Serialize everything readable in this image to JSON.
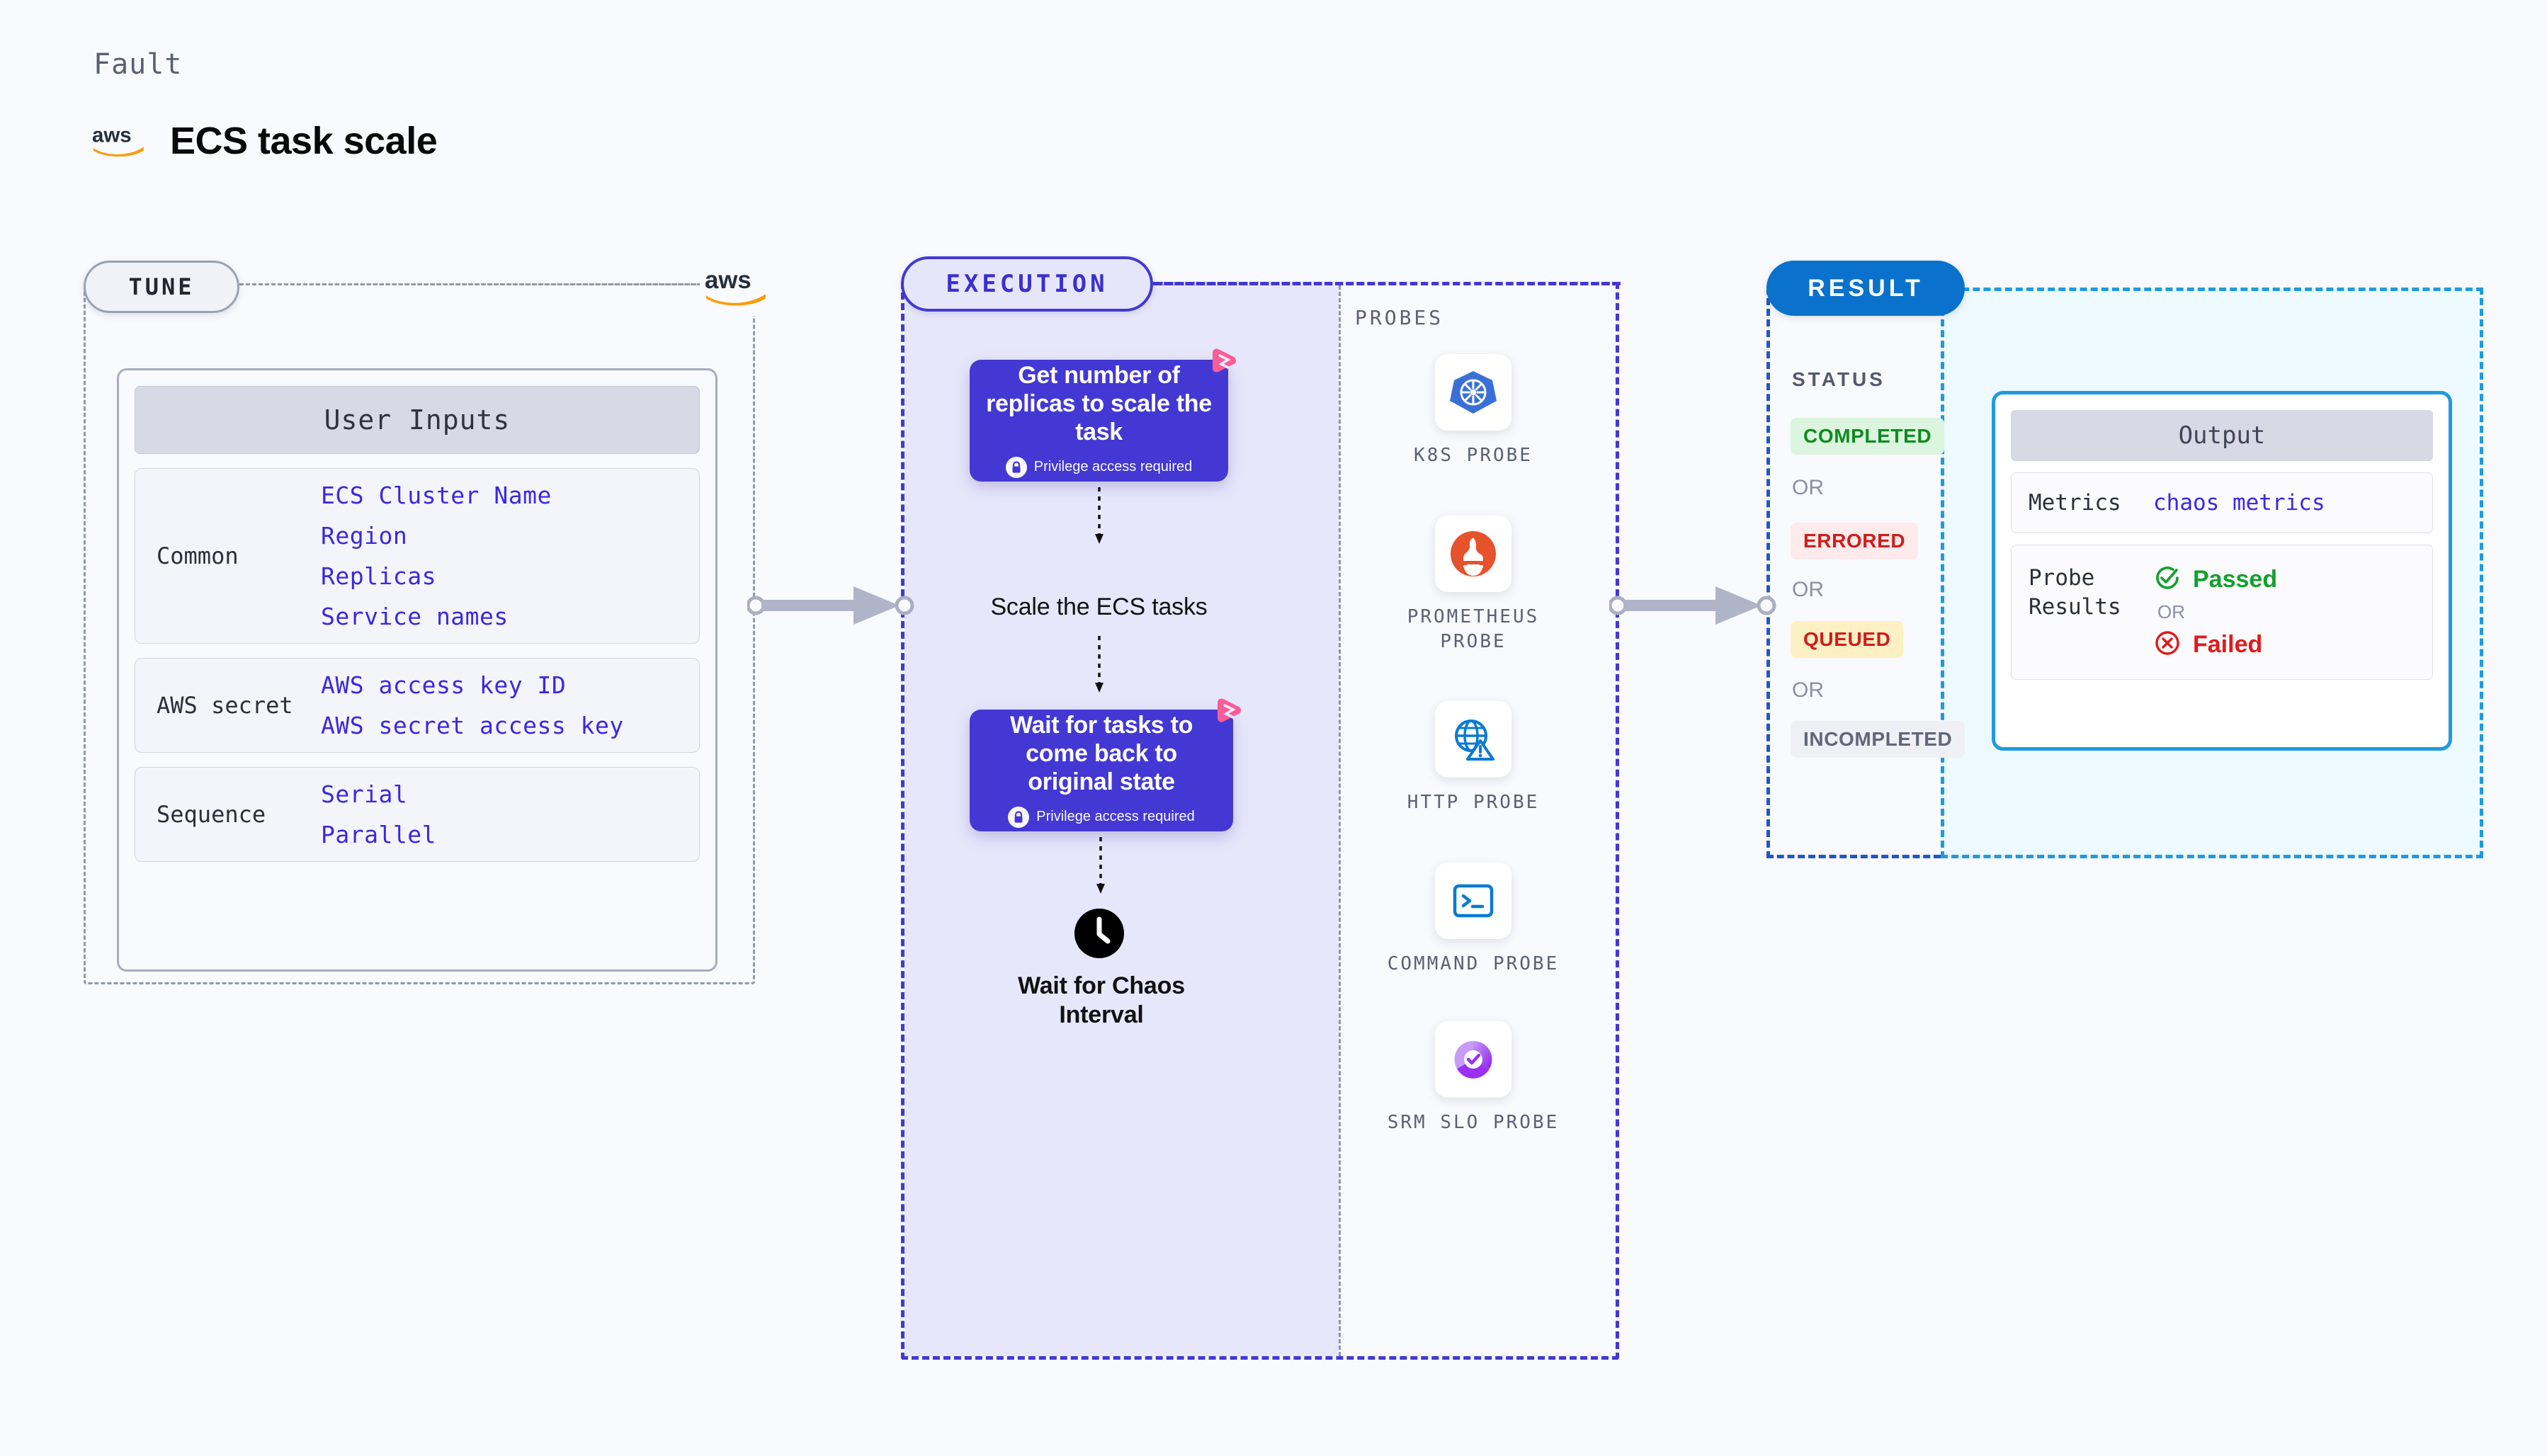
{
  "header": {
    "kicker": "Fault",
    "brand_icon": "aws-logo-icon",
    "title": "ECS task scale"
  },
  "tune": {
    "pill_label": "TUNE",
    "brand_icon": "aws-logo-icon",
    "card": {
      "header": "User Inputs",
      "groups": [
        {
          "label": "Common",
          "values": [
            "ECS Cluster Name",
            "Region",
            "Replicas",
            "Service names"
          ]
        },
        {
          "label": "AWS secret",
          "values": [
            "AWS access key ID",
            "AWS secret access key"
          ]
        },
        {
          "label": "Sequence",
          "values": [
            "Serial",
            "Parallel"
          ]
        }
      ]
    }
  },
  "execution": {
    "pill_label": "EXECUTION",
    "steps": [
      {
        "kind": "fault-card",
        "title": "Get number of replicas to scale the task",
        "privilege": "Privilege access required",
        "flag_icon": "fault-flag-icon",
        "lock_icon": "lock-icon"
      },
      {
        "kind": "text",
        "title": "Scale the ECS tasks"
      },
      {
        "kind": "fault-card",
        "title": "Wait for tasks to come back to original state",
        "privilege": "Privilege access required",
        "flag_icon": "fault-flag-icon",
        "lock_icon": "lock-icon"
      },
      {
        "kind": "wait",
        "title": "Wait for Chaos Interval",
        "icon": "clock-icon"
      }
    ],
    "probes": {
      "label": "PROBES",
      "items": [
        {
          "name": "K8S PROBE",
          "icon": "kubernetes-icon"
        },
        {
          "name": "PROMETHEUS PROBE",
          "icon": "prometheus-icon"
        },
        {
          "name": "HTTP PROBE",
          "icon": "http-globe-warning-icon"
        },
        {
          "name": "COMMAND PROBE",
          "icon": "terminal-icon"
        },
        {
          "name": "SRM SLO PROBE",
          "icon": "srm-slo-icon"
        }
      ]
    }
  },
  "result": {
    "pill_label": "RESULT",
    "status_label": "STATUS",
    "or_label": "OR",
    "statuses": [
      {
        "label": "COMPLETED",
        "bg": "#dcf5de",
        "fg": "#0f8a21"
      },
      {
        "label": "ERRORED",
        "bg": "#fdeaea",
        "fg": "#cf1d1d"
      },
      {
        "label": "QUEUED",
        "bg": "#fdf0c4",
        "fg": "#cf1d1d"
      },
      {
        "label": "INCOMPLETED",
        "bg": "#eef0f6",
        "fg": "#616778"
      }
    ],
    "output": {
      "header": "Output",
      "metrics_key": "Metrics",
      "metrics_value": "chaos metrics",
      "probe_results_key": "Probe Results",
      "passed": "Passed",
      "failed": "Failed",
      "or_label": "OR",
      "pass_icon": "check-circle-icon",
      "fail_icon": "x-circle-icon"
    }
  },
  "connectors": {
    "arrow_icon": "right-arrow-connector-icon"
  },
  "colors": {
    "page_bg": "#f9fafd",
    "fault_purple": "#4338d4",
    "exec_fill": "#e7e7fb",
    "result_blue": "#1f9ae0",
    "result_pill": "#0a72cc",
    "mono_value": "#3b28e0",
    "flag_pink": "#fa5d96"
  }
}
